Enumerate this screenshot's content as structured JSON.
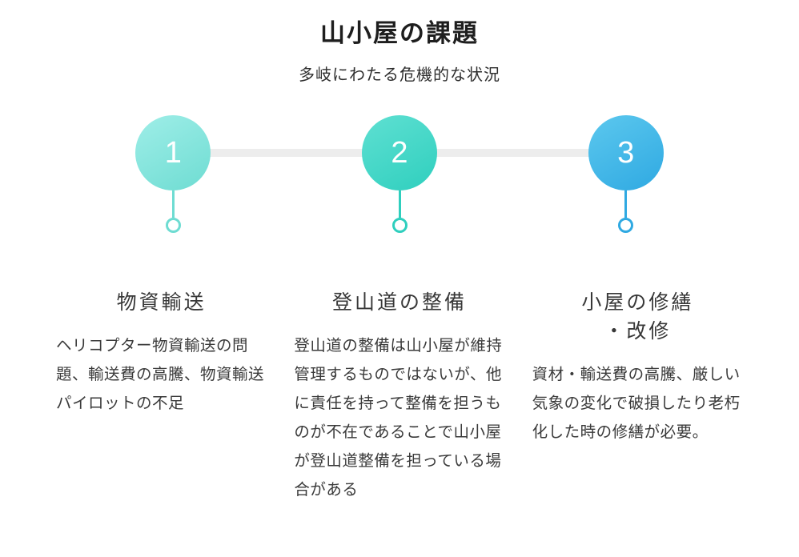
{
  "header": {
    "title": "山小屋の課題",
    "subtitle": "多岐にわたる危機的な状況"
  },
  "timeline": {
    "connector_color": "#ededed"
  },
  "steps": [
    {
      "number": "1",
      "color_light": "#9feee8",
      "color": "#6edcd2",
      "heading": "物資輸送",
      "body": "ヘリコプター物資輸送の問題、輸送費の高騰、物資輸送パイロットの不足"
    },
    {
      "number": "2",
      "color_light": "#5fe0d2",
      "color": "#2fcfbe",
      "heading": "登山道の整備",
      "body": "登山道の整備は山小屋が維持管理するものではないが、他に責任を持って整備を担うものが不在であることで山小屋が登山道整備を担っている場合がある"
    },
    {
      "number": "3",
      "color_light": "#5cc8ee",
      "color": "#2fa9e2",
      "heading": "小屋の修繕\n・改修",
      "body": "資材・輸送費の高騰、厳しい気象の変化で破損したり老朽化した時の修繕が必要。"
    }
  ]
}
